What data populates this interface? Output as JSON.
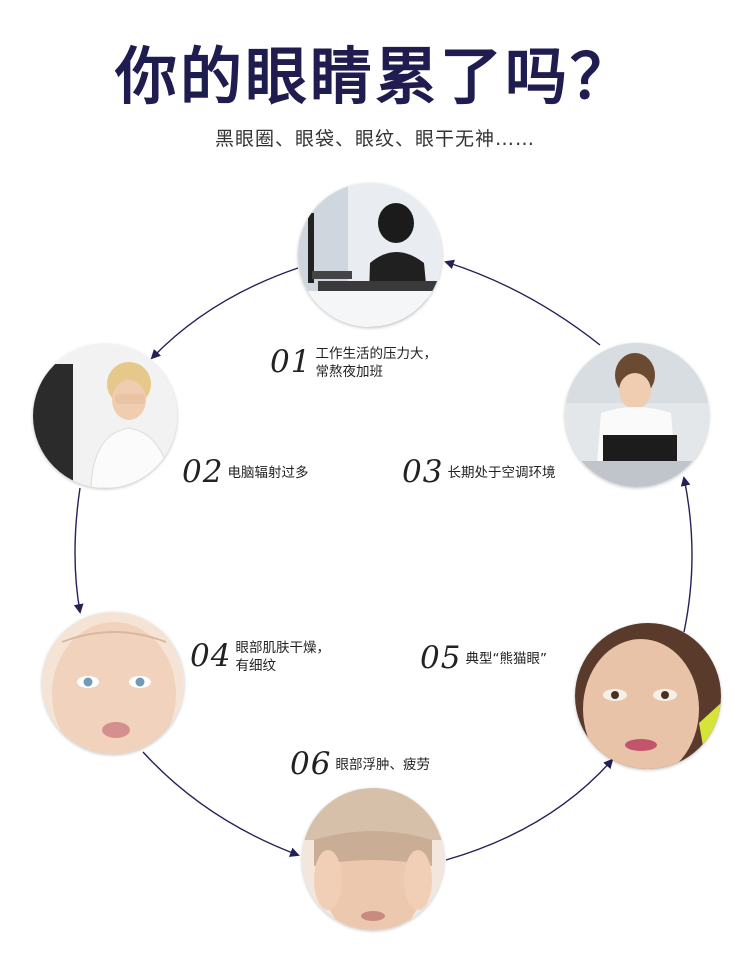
{
  "title": "你的眼睛累了吗？",
  "subtitle": "黑眼圈、眼袋、眼纹、眼干无神……",
  "ring_color": "#262057",
  "causes": [
    {
      "num": "01",
      "line1": "工作生活的压力大，",
      "line2": "常熬夜加班"
    },
    {
      "num": "02",
      "line1": "电脑辐射过多",
      "line2": ""
    },
    {
      "num": "03",
      "line1": "长期处于空调环境",
      "line2": ""
    },
    {
      "num": "04",
      "line1": "眼部肌肤干燥，",
      "line2": "有细纹"
    },
    {
      "num": "05",
      "line1": "典型“熊猫眼”",
      "line2": ""
    },
    {
      "num": "06",
      "line1": "眼部浮肿、疲劳",
      "line2": ""
    }
  ]
}
